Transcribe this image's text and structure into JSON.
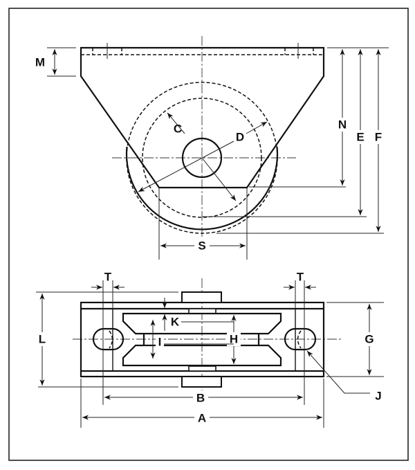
{
  "diagram": {
    "top_view_labels": {
      "M": "M",
      "N": "N",
      "E": "E",
      "F": "F",
      "C": "C",
      "D": "D",
      "S": "S"
    },
    "bottom_view_labels": {
      "T_left": "T",
      "T_right": "T",
      "L": "L",
      "G": "G",
      "K": "K",
      "H": "H",
      "I": "I",
      "J": "J",
      "B": "B",
      "A": "A"
    },
    "colors": {
      "line": "#111111",
      "background": "#ffffff"
    }
  }
}
